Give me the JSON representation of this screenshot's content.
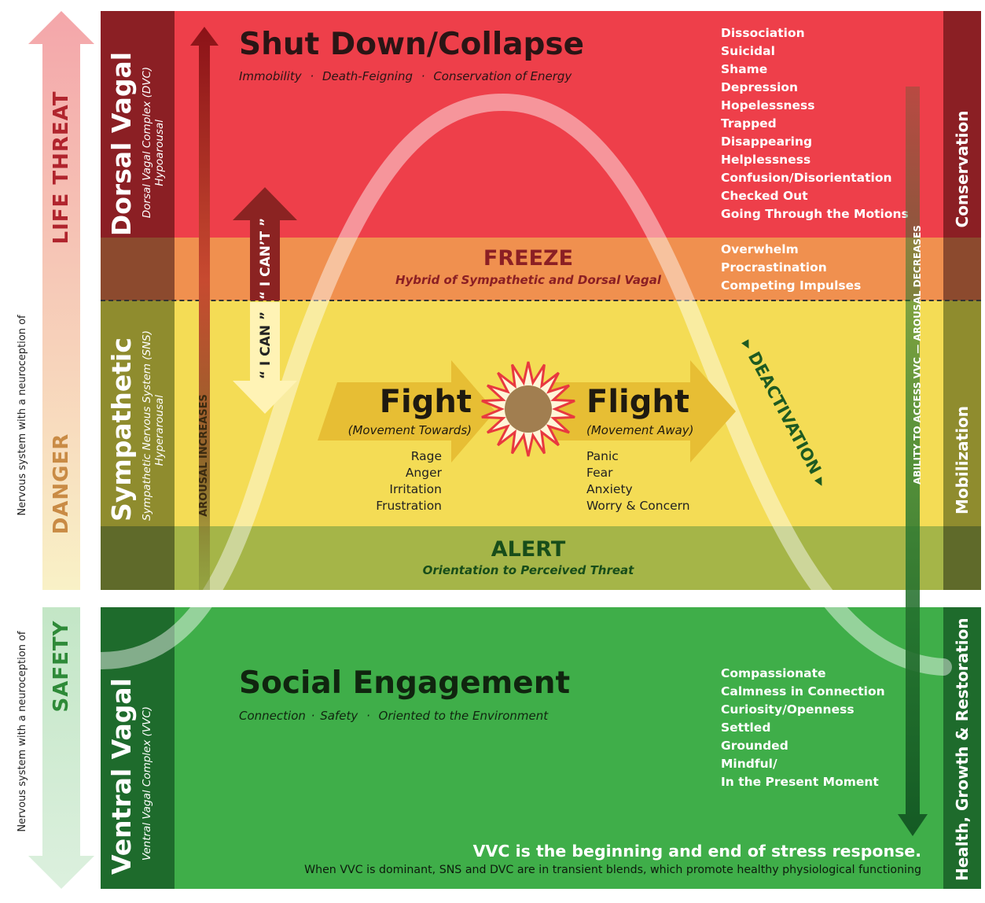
{
  "left_axis": {
    "life_threat": "LIFE THREAT",
    "danger": "DANGER",
    "safety": "SAFETY",
    "neuroception_top": "Nervous system with a neuroception of",
    "neuroception_bottom": "Nervous system with a neuroception of"
  },
  "sidebars": {
    "dorsal": {
      "title": "Dorsal Vagal",
      "sub1": "Dorsal Vagal Complex (DVC)",
      "sub2": "Hypoarousal"
    },
    "sympathetic": {
      "title": "Sympathetic",
      "sub1": "Sympathetic Nervous System (SNS)",
      "sub2": "Hyperarousal"
    },
    "ventral": {
      "title": "Ventral Vagal",
      "sub1": "Ventral Vagal Complex (VVC)"
    }
  },
  "right_side": {
    "conservation": "Conservation",
    "mobilization": "Mobilization",
    "health": "Health, Growth & Restoration"
  },
  "shutdown": {
    "title": "Shut Down/Collapse",
    "subtitle": [
      "Immobility",
      "·",
      "Death-Feigning",
      "·",
      "Conservation of Energy"
    ],
    "items": [
      "Dissociation",
      "Suicidal",
      "Shame",
      "Depression",
      "Hopelessness",
      "Trapped",
      "Disappearing",
      "Helplessness",
      "Confusion/Disorientation",
      "Checked Out",
      "Going Through the Motions"
    ]
  },
  "freeze": {
    "title": "FREEZE",
    "subtitle": "Hybrid of Sympathetic and Dorsal Vagal",
    "items": [
      "Overwhelm",
      "Procrastination",
      "Competing Impulses"
    ]
  },
  "fight": {
    "title": "Fight",
    "subtitle": "(Movement Towards)",
    "items": [
      "Rage",
      "Anger",
      "Irritation",
      "Frustration"
    ]
  },
  "flight": {
    "title": "Flight",
    "subtitle": "(Movement Away)",
    "items": [
      "Panic",
      "Fear",
      "Anxiety",
      "Worry & Concern"
    ]
  },
  "alert": {
    "title": "ALERT",
    "subtitle": "Orientation to Perceived Threat"
  },
  "social": {
    "title": "Social Engagement",
    "subtitle": [
      "Connection",
      "·",
      "Safety",
      "·",
      "Oriented to the Environment"
    ],
    "items": [
      "Compassionate",
      "Calmness in Connection",
      "Curiosity/Openness",
      "Settled",
      "Grounded",
      "Mindful/",
      "In the Present Moment"
    ]
  },
  "arrows": {
    "arousal_increases": "AROUSAL INCREASES",
    "i_cant": "“ I CAN’T ”",
    "i_can": "“ I CAN ”",
    "deactivation": "DEACTIVATION",
    "ability": "ABILITY TO ACCESS VVC — AROUSAL DECREASES"
  },
  "footer": {
    "line1": "VVC is the beginning and end of stress response.",
    "line2": "When VVC is dominant, SNS and DVC are in transient blends, which promote healthy physiological functioning"
  },
  "colors": {
    "red": "#ee3f4a",
    "dark_red": "#8b1f24",
    "orange": "#f0904f",
    "yellow": "#f4dc55",
    "olive": "#8f8c2e",
    "alert_green": "#a5b548",
    "green": "#3fae49",
    "dark_green": "#1e6b2c"
  }
}
